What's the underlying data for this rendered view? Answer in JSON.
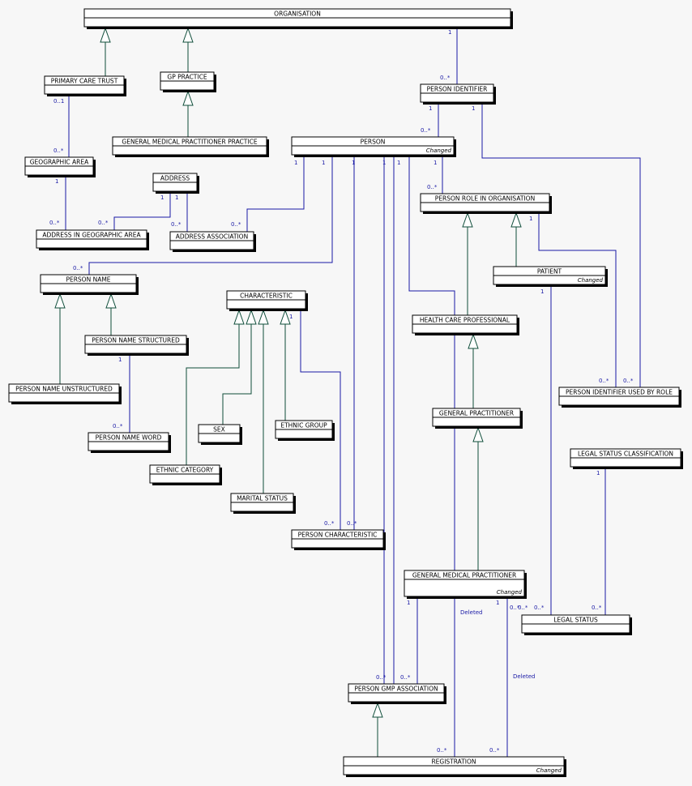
{
  "classes": [
    {
      "id": "organisation",
      "name": "ORGANISATION",
      "stereotype": ""
    },
    {
      "id": "primary-care-trust",
      "name": "PRIMARY CARE TRUST",
      "stereotype": ""
    },
    {
      "id": "gp-practice",
      "name": "GP PRACTICE",
      "stereotype": ""
    },
    {
      "id": "person-identifier",
      "name": "PERSON IDENTIFIER",
      "stereotype": ""
    },
    {
      "id": "general-medical-practitioner-practice",
      "name": "GENERAL MEDICAL PRACTITIONER PRACTICE",
      "stereotype": ""
    },
    {
      "id": "person",
      "name": "PERSON",
      "stereotype": "Changed"
    },
    {
      "id": "geographic-area",
      "name": "GEOGRAPHIC AREA",
      "stereotype": ""
    },
    {
      "id": "address",
      "name": "ADDRESS",
      "stereotype": ""
    },
    {
      "id": "person-role-in-organisation",
      "name": "PERSON ROLE IN ORGANISATION",
      "stereotype": ""
    },
    {
      "id": "address-in-geographic-area",
      "name": "ADDRESS IN GEOGRAPHIC AREA",
      "stereotype": ""
    },
    {
      "id": "address-association",
      "name": "ADDRESS ASSOCIATION",
      "stereotype": ""
    },
    {
      "id": "patient",
      "name": "PATIENT",
      "stereotype": "Changed"
    },
    {
      "id": "person-name",
      "name": "PERSON NAME",
      "stereotype": ""
    },
    {
      "id": "characteristic",
      "name": "CHARACTERISTIC",
      "stereotype": ""
    },
    {
      "id": "health-care-professional",
      "name": "HEALTH CARE PROFESSIONAL",
      "stereotype": ""
    },
    {
      "id": "person-name-structured",
      "name": "PERSON NAME STRUCTURED",
      "stereotype": ""
    },
    {
      "id": "person-name-unstructured",
      "name": "PERSON NAME UNSTRUCTURED",
      "stereotype": ""
    },
    {
      "id": "person-identifier-used-by-role",
      "name": "PERSON IDENTIFIER USED BY ROLE",
      "stereotype": ""
    },
    {
      "id": "general-practitioner",
      "name": "GENERAL PRACTITIONER",
      "stereotype": ""
    },
    {
      "id": "sex",
      "name": "SEX",
      "stereotype": ""
    },
    {
      "id": "ethnic-group",
      "name": "ETHNIC GROUP",
      "stereotype": ""
    },
    {
      "id": "person-name-word",
      "name": "PERSON NAME WORD",
      "stereotype": ""
    },
    {
      "id": "legal-status-classification",
      "name": "LEGAL STATUS CLASSIFICATION",
      "stereotype": ""
    },
    {
      "id": "ethnic-category",
      "name": "ETHNIC CATEGORY",
      "stereotype": ""
    },
    {
      "id": "marital-status",
      "name": "MARITAL STATUS",
      "stereotype": ""
    },
    {
      "id": "person-characteristic",
      "name": "PERSON CHARACTERISTIC",
      "stereotype": ""
    },
    {
      "id": "general-medical-practitioner",
      "name": "GENERAL MEDICAL PRACTITIONER",
      "stereotype": "Changed"
    },
    {
      "id": "legal-status",
      "name": "LEGAL STATUS",
      "stereotype": ""
    },
    {
      "id": "person-gmp-association",
      "name": "PERSON GMP ASSOCIATION",
      "stereotype": ""
    },
    {
      "id": "registration",
      "name": "REGISTRATION",
      "stereotype": "Changed"
    }
  ],
  "multiplicities": [
    "1",
    "0..*",
    "0..1",
    "0..*",
    "1",
    "0..*",
    "1",
    "0..*",
    "1",
    "1",
    "1",
    "1",
    "1",
    "1",
    "1",
    "0..*",
    "1",
    "0..*",
    "1",
    "0..*",
    "0..*",
    "1",
    "0..*",
    "1",
    "0..*",
    "0..*",
    "1",
    "0..*",
    "1",
    "0..*",
    "0..*",
    "1",
    "0..*",
    "1",
    "1",
    "0..*",
    "0..*",
    "0..*",
    "0..*",
    "0..*",
    "0..*",
    "0..*",
    "0..*"
  ],
  "notes": [
    "Deleted",
    "Deleted"
  ]
}
